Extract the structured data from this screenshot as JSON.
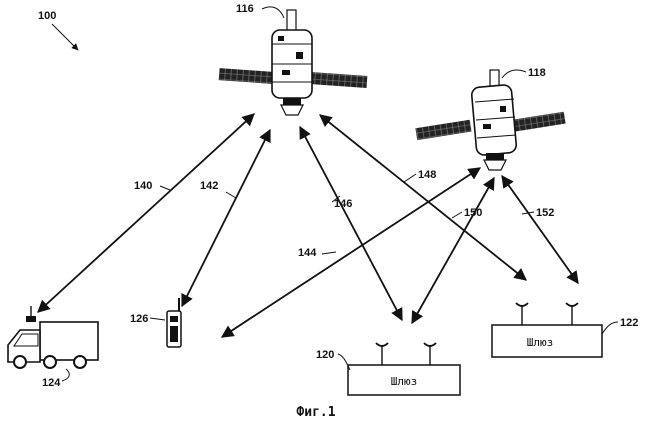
{
  "figure": {
    "caption": "Фиг.1",
    "system_ref": "100",
    "satellites": [
      {
        "ref": "116"
      },
      {
        "ref": "118"
      }
    ],
    "gateways": [
      {
        "ref": "120",
        "label": "Шлюз"
      },
      {
        "ref": "122",
        "label": "Шлюз"
      }
    ],
    "terminals": [
      {
        "ref": "124",
        "type": "vehicle"
      },
      {
        "ref": "126",
        "type": "handheld-phone"
      }
    ],
    "links": [
      {
        "ref": "140",
        "from": "124",
        "to": "116"
      },
      {
        "ref": "142",
        "from": "126",
        "to": "116"
      },
      {
        "ref": "144",
        "from": "126",
        "to": "118"
      },
      {
        "ref": "146",
        "from": "116",
        "to": "120"
      },
      {
        "ref": "148",
        "from": "116",
        "to": "122"
      },
      {
        "ref": "150",
        "from": "118",
        "to": "120"
      },
      {
        "ref": "152",
        "from": "118",
        "to": "122"
      }
    ]
  }
}
